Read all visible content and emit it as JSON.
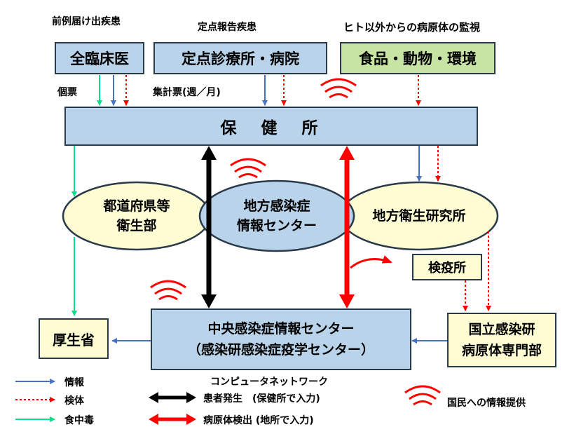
{
  "headers": {
    "notifiable": "前例届け出疾患",
    "sentinel": "定点報告疾患",
    "non_human": "ヒト以外からの病原体の監視"
  },
  "boxes": {
    "all_clinicians": "全臨床医",
    "sentinel_clinics": "定点診療所・病院",
    "food_animal_env": "食品・動物・環境",
    "health_center": "保　健　所",
    "prefectural_health": "都道府県等\n衛生部",
    "local_idsc": "地方感染症\n情報センター",
    "local_institute": "地方衛生研究所",
    "quarantine": "検疫所",
    "mhlw": "厚生省",
    "central_idsc": "中央感染症情報センター\n（感染研感染症疫学センター）",
    "niid_dept": "国立感染研\n病原体専門部"
  },
  "labels": {
    "individual_report": "個票",
    "aggregate_report": "集計票(週／月)"
  },
  "legend": {
    "info": "情報",
    "specimen": "検体",
    "food_poisoning": "食中毒",
    "network_title": "コンピュータネットワーク",
    "patient_occurrence": "患者発生　(保健所で入力)",
    "pathogen_detection": "病原体検出 (地所で入力)",
    "public_info": "国民への情報提供"
  },
  "colors": {
    "info": "#4472c4",
    "specimen": "#ff0000",
    "food_poisoning": "#00e087",
    "network_patient": "#000000",
    "network_pathogen": "#ff0000",
    "box_blue": "#b9d4ea",
    "box_cream": "#fdfcd3",
    "box_green": "#c8e4a4"
  }
}
